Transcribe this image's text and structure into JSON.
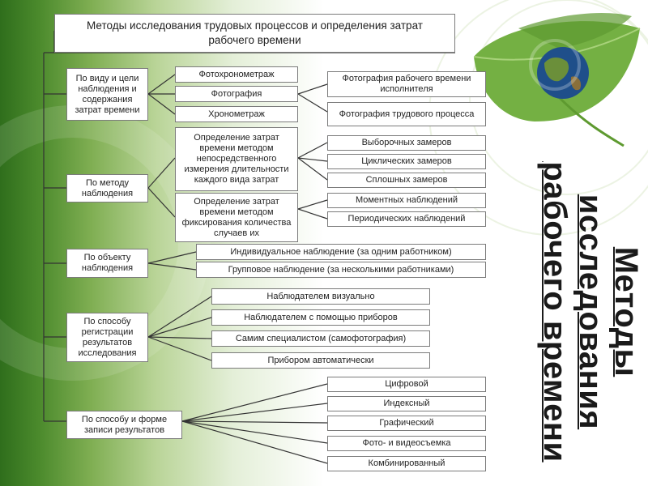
{
  "title": "Методы исследования трудовых процессов и определения затрат рабочего времени",
  "side_title": [
    "Методы",
    "исследования",
    "рабочего времени"
  ],
  "categories": [
    "По виду и цели наблюдения и содержания затрат времени",
    "По методу наблюдения",
    "По объекту наблюдения",
    "По способу регистрации результатов исследования",
    "По способу и форме записи результатов"
  ],
  "view_methods": [
    "Фотохронометраж",
    "Фотография",
    "Хронометраж"
  ],
  "photo_types": [
    "Фотография рабочего времени исполнителя",
    "Фотография трудового процесса"
  ],
  "observation_methods": [
    "Определение затрат времени методом непосредственного измерения длительности каждого вида затрат",
    "Определение затрат времени методом фиксирования количества случаев их"
  ],
  "direct_measurement": [
    "Выборочных замеров",
    "Циклических замеров",
    "Сплошных замеров"
  ],
  "fixation": [
    "Моментных наблюдений",
    "Периодических наблюдений"
  ],
  "object": [
    "Индивидуальное наблюдение (за одним работником)",
    "Групповое наблюдение (за несколькими работниками)"
  ],
  "registration": [
    "Наблюдателем визуально",
    "Наблюдателем с помощью приборов",
    "Самим специалистом (самофотография)",
    "Прибором автоматически"
  ],
  "recording": [
    "Цифровой",
    "Индексный",
    "Графический",
    "Фото- и видеосъемка",
    "Комбинированный"
  ],
  "colors": {
    "leaf": "#6fa83a",
    "bg_dark": "#2f6e1c",
    "line": "#333333"
  }
}
